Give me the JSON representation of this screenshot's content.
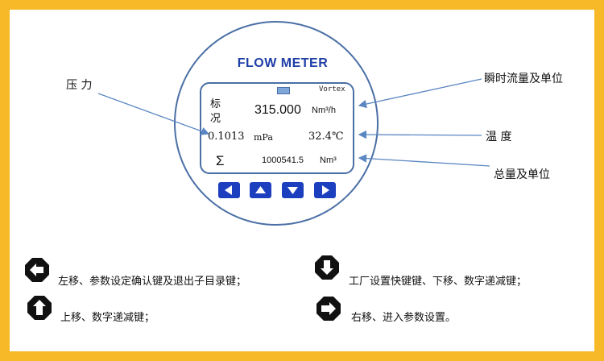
{
  "meter": {
    "title": "FLOW METER",
    "brand": "Vortex",
    "row1_label_top": "标",
    "row1_label_bottom": "况",
    "flow_value": "315.000",
    "flow_unit": "Nm³/h",
    "pressure_value": "0.1013",
    "pressure_unit": "mPa",
    "temperature_value": "32.4℃",
    "total_symbol": "Σ",
    "total_value": "1000541.5",
    "total_unit": "Nm³",
    "buttons": [
      {
        "icon": "left-arrow-icon"
      },
      {
        "icon": "up-arrow-icon"
      },
      {
        "icon": "down-arrow-icon"
      },
      {
        "icon": "right-arrow-icon"
      }
    ]
  },
  "callouts": {
    "pressure": "压 力",
    "instant_flow": "瞬时流量及单位",
    "temperature": "温 度",
    "total": "总量及单位"
  },
  "legend": {
    "left": "左移、参数设定确认键及退出子目录键；",
    "down": "工厂设置快键键、下移、数字递减键；",
    "up": "上移、数字递减键；",
    "right": "右移、进入参数设置。"
  },
  "colors": {
    "frame": "#f7b928",
    "button": "#1c3fbf",
    "title": "#1f3fa8",
    "arrow_line": "#5a86c2"
  }
}
